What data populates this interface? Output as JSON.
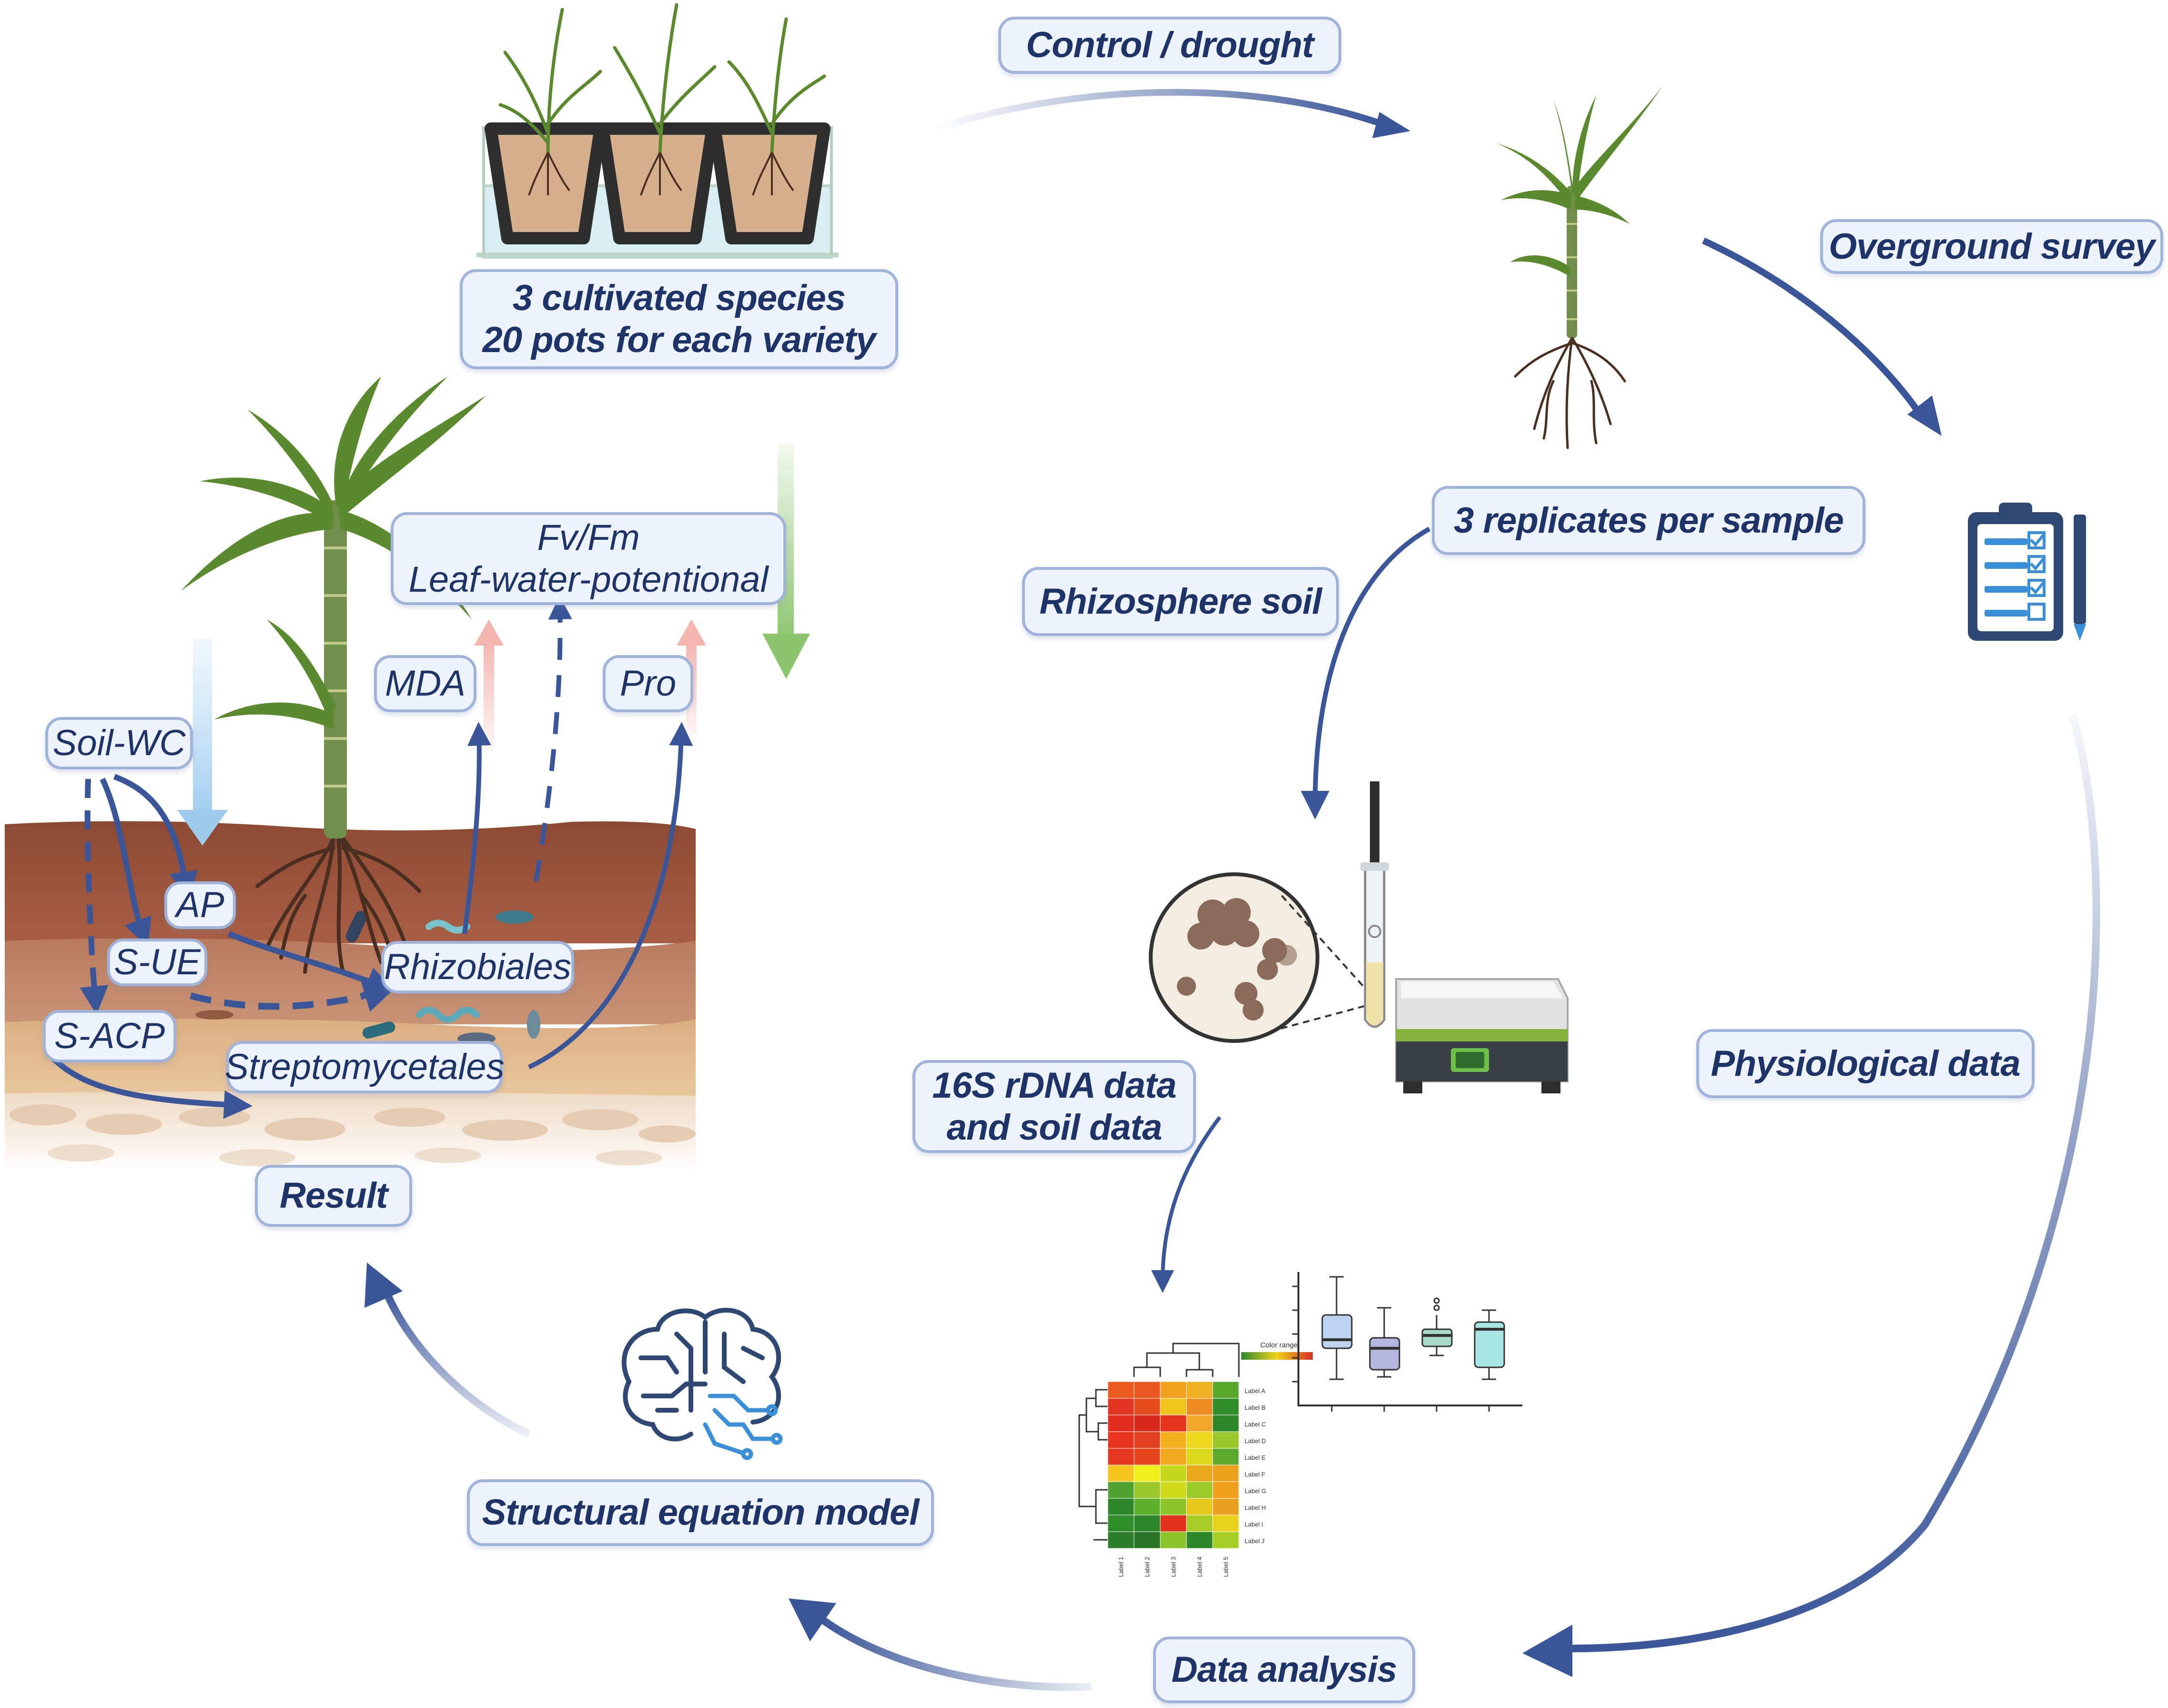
{
  "labels": {
    "control_drought": "Control / drought",
    "species_line1": "3 cultivated species",
    "species_line2": "20 pots for each variety",
    "overground_survey": "Overground survey",
    "replicates": "3 replicates per sample",
    "rhizosphere_soil": "Rhizosphere soil",
    "physiological_data": "Physiological data",
    "rdna_line1": "16S rDNA data",
    "rdna_line2": "and soil data",
    "data_analysis": "Data analysis",
    "sem": "Structural equation model",
    "result": "Result"
  },
  "model": {
    "fvfm_line1": "Fv/Fm",
    "fvfm_line2": "Leaf-water-potentional",
    "mda": "MDA",
    "pro": "Pro",
    "soil_wc": "Soil-WC",
    "ap": "AP",
    "s_ue": "S-UE",
    "s_acp": "S-ACP",
    "rhizobiales": "Rhizobiales",
    "streptomycetales": "Streptomycetales"
  },
  "heatmap": {
    "color_range_label": "Color range",
    "row_labels": [
      "Label A",
      "Label B",
      "Label C",
      "Label D",
      "Label E",
      "Label F",
      "Label G",
      "Label H",
      "Label I",
      "Label J"
    ],
    "col_labels": [
      "Label 1",
      "Label 2",
      "Label 3",
      "Label 4",
      "Label 5"
    ]
  },
  "colors": {
    "arrow_blue": "#3a5699",
    "label_border": "#9fb3db",
    "label_fill": "#eef2fa",
    "text": "#1e3468",
    "green_arrow": "#8cc46e",
    "pink_arrow": "#f2b5b0",
    "light_blue_arrow": "#b6daf2"
  }
}
